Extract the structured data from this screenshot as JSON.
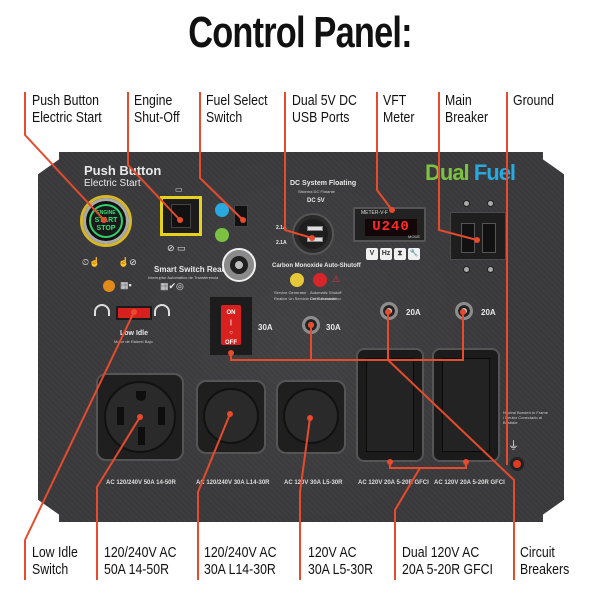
{
  "title": "Control Panel:",
  "accent_color": "#e54b2c",
  "callouts_top": [
    {
      "id": "push-button",
      "line1": "Push Button",
      "line2": "Electric Start"
    },
    {
      "id": "engine-shutoff",
      "line1": "Engine",
      "line2": "Shut-Off"
    },
    {
      "id": "fuel-select",
      "line1": "Fuel Select",
      "line2": "Switch"
    },
    {
      "id": "usb-ports",
      "line1": "Dual 5V DC",
      "line2": "USB Ports"
    },
    {
      "id": "vft-meter",
      "line1": "VFT",
      "line2": "Meter"
    },
    {
      "id": "main-breaker",
      "line1": "Main",
      "line2": "Breaker"
    },
    {
      "id": "ground",
      "line1": "Ground",
      "line2": ""
    }
  ],
  "callouts_bottom": [
    {
      "id": "low-idle",
      "line1": "Low Idle",
      "line2": "Switch"
    },
    {
      "id": "outlet-14-50r",
      "line1": "120/240V AC",
      "line2": "50A 14-50R"
    },
    {
      "id": "outlet-l14-30r",
      "line1": "120/240V AC",
      "line2": "30A L14-30R"
    },
    {
      "id": "outlet-l5-30r",
      "line1": "120V AC",
      "line2": "30A L5-30R"
    },
    {
      "id": "outlet-gfci",
      "line1": "Dual 120V AC",
      "line2": "20A 5-20R GFCI"
    },
    {
      "id": "circuit-breakers",
      "line1": "Circuit",
      "line2": "Breakers"
    }
  ],
  "panel": {
    "push_button_title": "Push Button",
    "push_button_subtitle": "Electric Start",
    "start_button": {
      "top": "ENGINE",
      "mid": "START",
      "bot": "STOP"
    },
    "smart_switch": "Smart Switch Ready",
    "smart_switch_sub": "Interruptor Automático de Transferencia",
    "dc_system": "DC System Floating",
    "dc_system_sub": "Sistema DC Flotante",
    "dc_5v": "DC 5V",
    "usb_amps": [
      "2.1A",
      "2.1A"
    ],
    "meter_brand": "METER-V-F",
    "meter_reading": "U240",
    "meter_mode": "MODE",
    "meter_buttons": [
      "V",
      "Hz",
      "⧗",
      "🔧"
    ],
    "dual_fuel": {
      "word1": "Dual",
      "word2": "Fuel",
      "color1": "#7cc242",
      "color2": "#29a9e0"
    },
    "co_shutoff": "Carbon Monoxide Auto-Shutoff",
    "co_service": "Service Generator",
    "co_service_es": "Realice Un Servicio Del Generador",
    "co_auto": "Automatic Shutoff",
    "co_auto_es": "Corte Automático",
    "low_idle": "Low Idle",
    "low_idle_sub": "Motor de Ralentí Bajo",
    "on_label": "ON",
    "off_label": "OFF",
    "amp_labels": [
      "30A",
      "30A",
      "20A",
      "20A"
    ],
    "ground_note": "Neutral Bonded to Frame / Neutro Conectado al Bastidor",
    "outlet_labels": [
      "AC 120/240V 50A 14-50R",
      "AC 120/240V 30A L14-30R",
      "AC 120V 30A L5-30R",
      "AC 120V 20A 5-20R GFCI",
      "AC 120V 20A 5-20R GFCI"
    ]
  }
}
